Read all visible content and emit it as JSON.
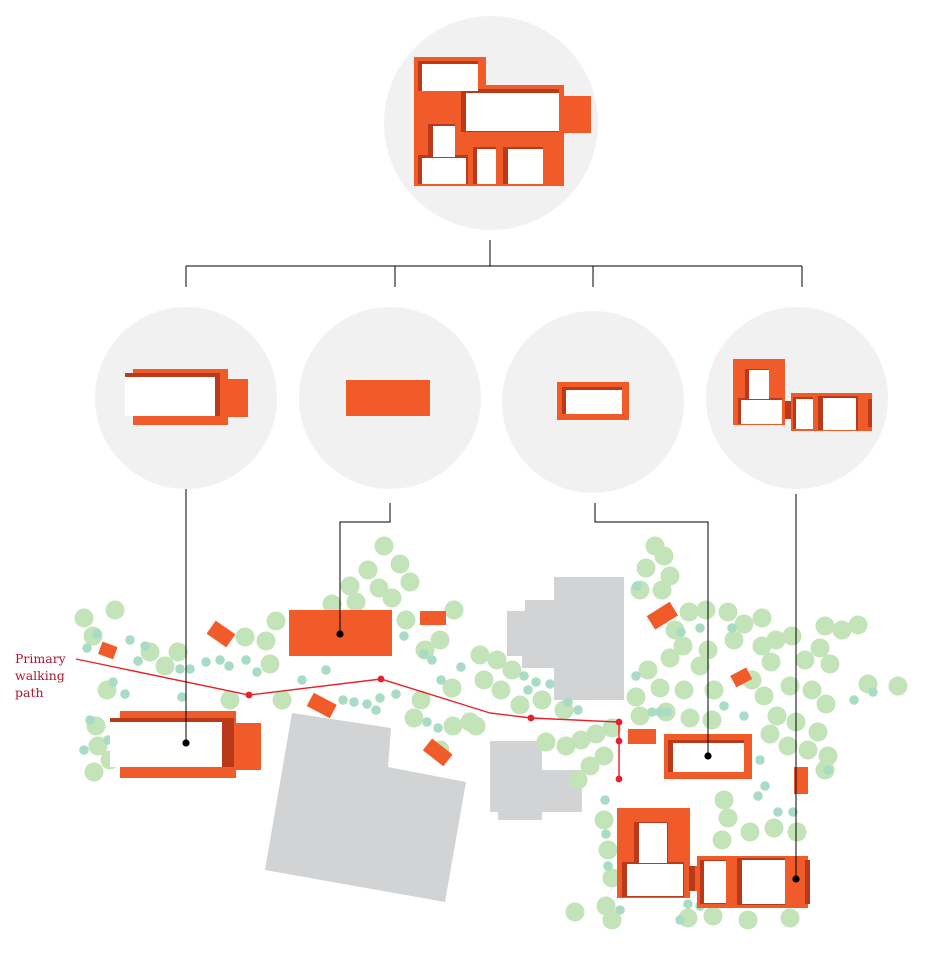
{
  "colors": {
    "building": "#f15a29",
    "building_shadow": "#b83a1a",
    "neighbor": "#d1d3d4",
    "tree_green": "#c3e3b8",
    "tree_teal": "#a9dcc4",
    "circle": "#f1f1f2",
    "connector": "#000000",
    "path": "#e8202a",
    "label": "#b2162f"
  },
  "path_label": {
    "line1": "Primary",
    "line2": "walking",
    "line3": "path"
  }
}
